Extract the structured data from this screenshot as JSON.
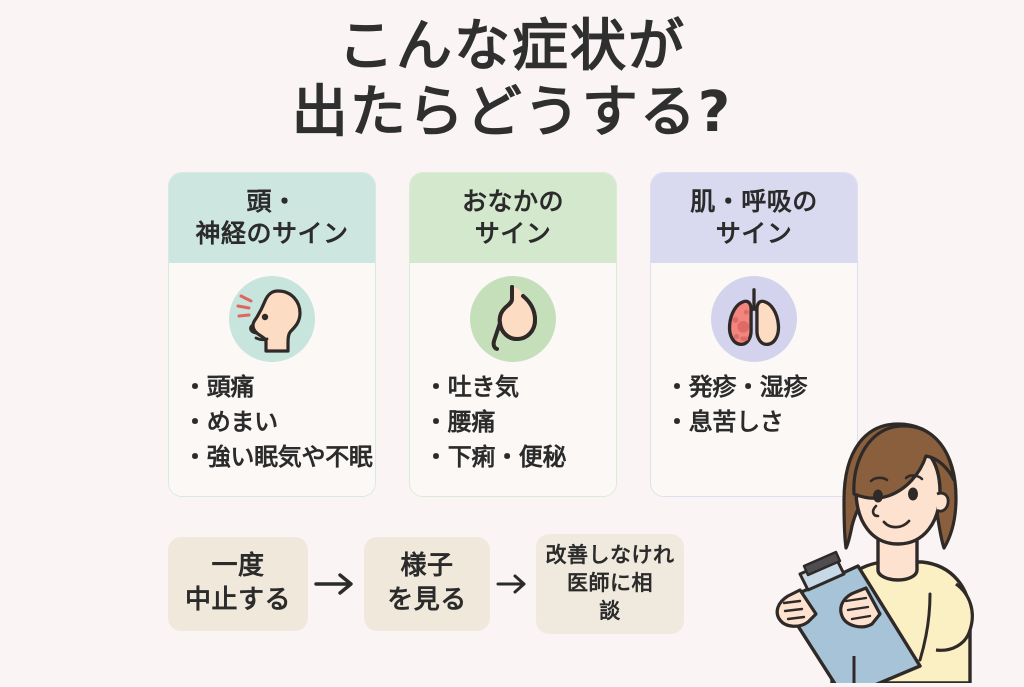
{
  "page": {
    "background_color": "#faf5f4",
    "text_color": "#2b2b2b"
  },
  "title": {
    "line1": "こんな症状が",
    "line2": "出たらどうする?"
  },
  "cards": [
    {
      "id": "head-nerve",
      "header_line1": "頭・",
      "header_line2": "神経のサイン",
      "header_color": "#cde6e0",
      "icon_circle_color": "#c7e4dd",
      "icon": "head-profile-icon",
      "items": [
        "頭痛",
        "めまい",
        "強い眠気や不眠"
      ]
    },
    {
      "id": "stomach",
      "header_line1": "おなかの",
      "header_line2": "サイン",
      "header_color": "#d4e8cd",
      "icon_circle_color": "#c6dfbb",
      "icon": "stomach-icon",
      "items": [
        "吐き気",
        "腰痛",
        "下痢・便秘"
      ]
    },
    {
      "id": "skin-breathing",
      "header_line1": "肌・呼吸の",
      "header_line2": "サイン",
      "header_color": "#d9d9f0",
      "icon_circle_color": "#d3d3ee",
      "icon": "lungs-icon",
      "items": [
        "発疹・湿疹",
        "息苦しさ"
      ]
    }
  ],
  "flow": {
    "box_color": "#efe8db",
    "steps": [
      {
        "line1": "一度",
        "line2": "中止する",
        "line3": ""
      },
      {
        "line1": "様子",
        "line2": "を見る",
        "line3": ""
      },
      {
        "line1": "改善しなけれ",
        "line2": "医師に相",
        "line3": "談"
      }
    ],
    "arrow_1": "arrow-right-icon",
    "arrow_2": "arrow-right-icon"
  },
  "illustration": {
    "name": "woman-with-clipboard",
    "hair_color": "#8a5f3d",
    "skin_color": "#fde3cf",
    "sweater_color": "#fbefc4",
    "clipboard_color": "#a7c3d8"
  }
}
